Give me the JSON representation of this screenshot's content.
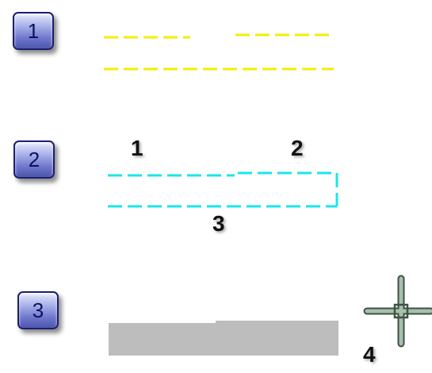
{
  "steps": [
    {
      "number": "1"
    },
    {
      "number": "2"
    },
    {
      "number": "3"
    }
  ],
  "points": {
    "p1": "1",
    "p2": "2",
    "p3": "3",
    "p4": "4"
  },
  "colors": {
    "step1_lines": "#f4ee00",
    "step2_lines": "#19e6ec",
    "step3_fill": "#bdbdbd",
    "badge_text": "#0c1160",
    "cursor_green": "#9fb7a6"
  },
  "icons": {
    "cursor": "crosshair-pickbox-cursor-icon"
  }
}
